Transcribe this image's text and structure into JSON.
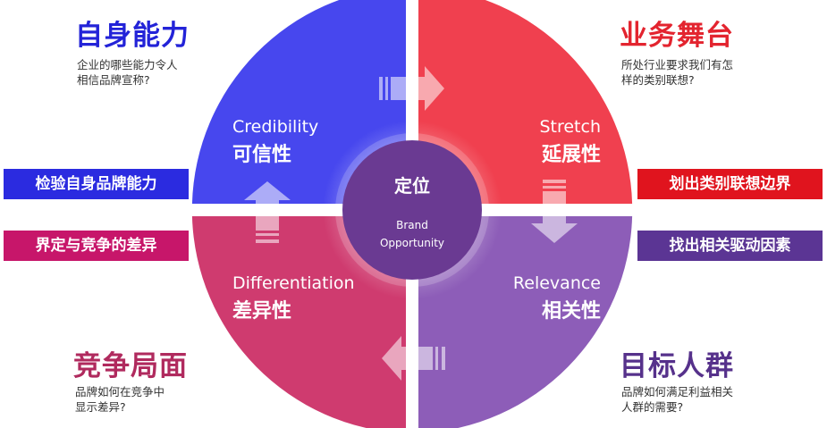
{
  "colors": {
    "blue": "#4747ee",
    "red": "#f0404f",
    "crimson": "#cf3b6f",
    "purple": "#8d5db8",
    "center": "#6a3a92",
    "blue_title": "#2323d8",
    "red_title": "#e3242f",
    "crimson_title": "#b02a5e",
    "purple_title": "#56318b"
  },
  "center": {
    "title": "定位",
    "subtitle_line1": "Brand",
    "subtitle_line2": "Opportunity"
  },
  "quadrants": {
    "top_left": {
      "en": "Credibility",
      "zh": "可信性"
    },
    "top_right": {
      "en": "Stretch",
      "zh": "延展性"
    },
    "bottom_left": {
      "en": "Differentiation",
      "zh": "差异性"
    },
    "bottom_right": {
      "en": "Relevance",
      "zh": "相关性"
    }
  },
  "corners": {
    "top_left": {
      "title": "自身能力",
      "subtitle": "企业的哪些能力令人\n相信品牌宣称?"
    },
    "top_right": {
      "title": "业务舞台",
      "subtitle": "所处行业要求我们有怎\n样的类别联想?"
    },
    "bottom_left": {
      "title": "竞争局面",
      "subtitle": " 品牌如何在竞争中\n显示差异?"
    },
    "bottom_right": {
      "title": "目标人群",
      "subtitle": "品牌如何满足利益相关\n人群的需要?"
    }
  },
  "tags": {
    "left_top": "检验自身品牌能力",
    "left_bottom": "界定与竞争的差异",
    "right_top": "划出类别联想边界",
    "right_bottom": "找出相关驱动因素"
  },
  "arrow_icons": [
    "arrow-right-icon",
    "arrow-down-icon",
    "arrow-left-icon",
    "arrow-up-icon"
  ]
}
